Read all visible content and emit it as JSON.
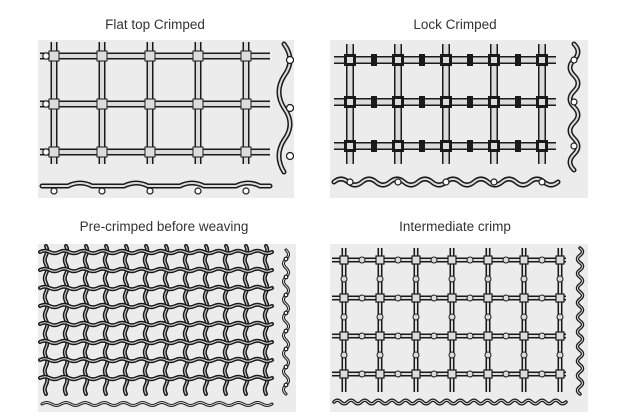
{
  "panels": [
    {
      "key": "flat_top",
      "label": "Flat top Crimped"
    },
    {
      "key": "lock",
      "label": "Lock Crimped"
    },
    {
      "key": "pre_crimped",
      "label": "Pre-crimped before weaving"
    },
    {
      "key": "intermediate",
      "label": "Intermediate crimp"
    }
  ],
  "colors": {
    "background": "#ececec",
    "wire_outline": "#1a1a1a",
    "wire_fill": "#dcdcdc",
    "wire_highlight": "#ffffff"
  }
}
